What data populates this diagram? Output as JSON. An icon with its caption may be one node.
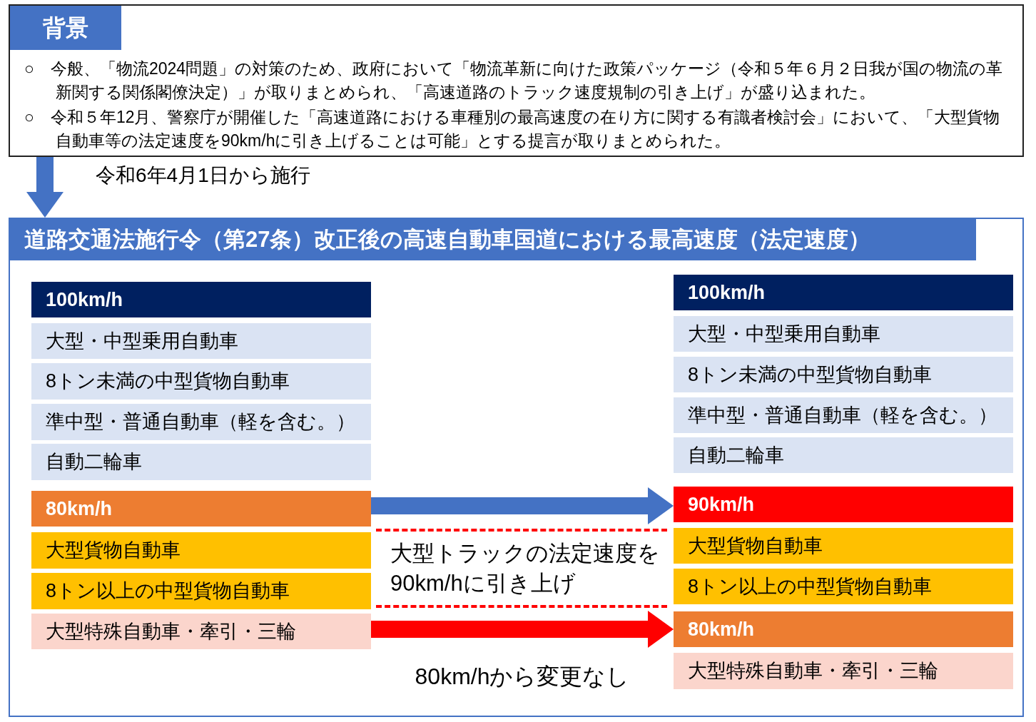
{
  "diagram": {
    "nodes": [
      {
        "text": [
          "背景",
          "○　今般、「物流2024問題」の対策のため、政府において「物流革新に向けた政策パッケージ（令和５年６月２日我が国の物流の革新関する関係閣僚決定）」が取りまとめられ、「高速道路のトラック速度規制の引き上げ」が盛り込まれた。",
          "○　令和５年12月、警察庁が開催した「高速道路における車種別の最高速度の在り方に関する有識者検討会」において、「大型貨物自動車等の法定速度を90km/hに引き上げることは可能」とする提言が取りまとめられた。"
        ]
      },
      {
        "text": [
          "道路交通法施行令（第27条）改正後の高速自動車国道における最高速度（法定速度）"
        ]
      },
      {
        "text": [
          "100km/h"
        ],
        "in": 1
      },
      {
        "text": [
          "大型・中型乗用自動車"
        ],
        "in": 1
      },
      {
        "text": [
          "8トン未満の中型貨物自動車"
        ],
        "in": 1
      },
      {
        "text": [
          "準中型・普通自動車（軽を含む。）"
        ],
        "in": 1
      },
      {
        "text": [
          "自動二輪車"
        ],
        "in": 1
      },
      {
        "text": [
          "80km/h"
        ],
        "in": 1
      },
      {
        "text": [
          "大型貨物自動車"
        ],
        "in": 1
      },
      {
        "text": [
          "8トン以上の中型貨物自動車"
        ],
        "in": 1
      },
      {
        "text": [
          "大型特殊自動車・牽引・三輪"
        ],
        "in": 1
      },
      {
        "text": [
          "100km/h"
        ],
        "in": 1
      },
      {
        "text": [
          "大型・中型乗用自動車"
        ],
        "in": 1
      },
      {
        "text": [
          "8トン未満の中型貨物自動車"
        ],
        "in": 1
      },
      {
        "text": [
          "準中型・普通自動車（軽を含む。）"
        ],
        "in": 1
      },
      {
        "text": [
          "自動二輪車"
        ],
        "in": 1
      },
      {
        "text": [
          "90km/h"
        ],
        "in": 1
      },
      {
        "text": [
          "大型貨物自動車"
        ],
        "in": 1
      },
      {
        "text": [
          "8トン以上の中型貨物自動車"
        ],
        "in": 1
      },
      {
        "text": [
          "80km/h"
        ],
        "in": 1
      },
      {
        "text": [
          "大型特殊自動車・牽引・三輪"
        ],
        "in": 1
      },
      {
        "text": [
          "大型トラックの法定速度を90km/hに引き上げ"
        ],
        "in": 1
      }
    ],
    "edges": [
      {
        "from": 0,
        "to": 1,
        "arrow": "to",
        "label": "令和6年4月1日から施行"
      },
      {
        "from": 7,
        "to": 16,
        "arrow": "to"
      },
      {
        "from": 10,
        "to": 19,
        "arrow": "to",
        "label": "80km/hから変更なし",
        "color": "#ff0000"
      }
    ]
  }
}
